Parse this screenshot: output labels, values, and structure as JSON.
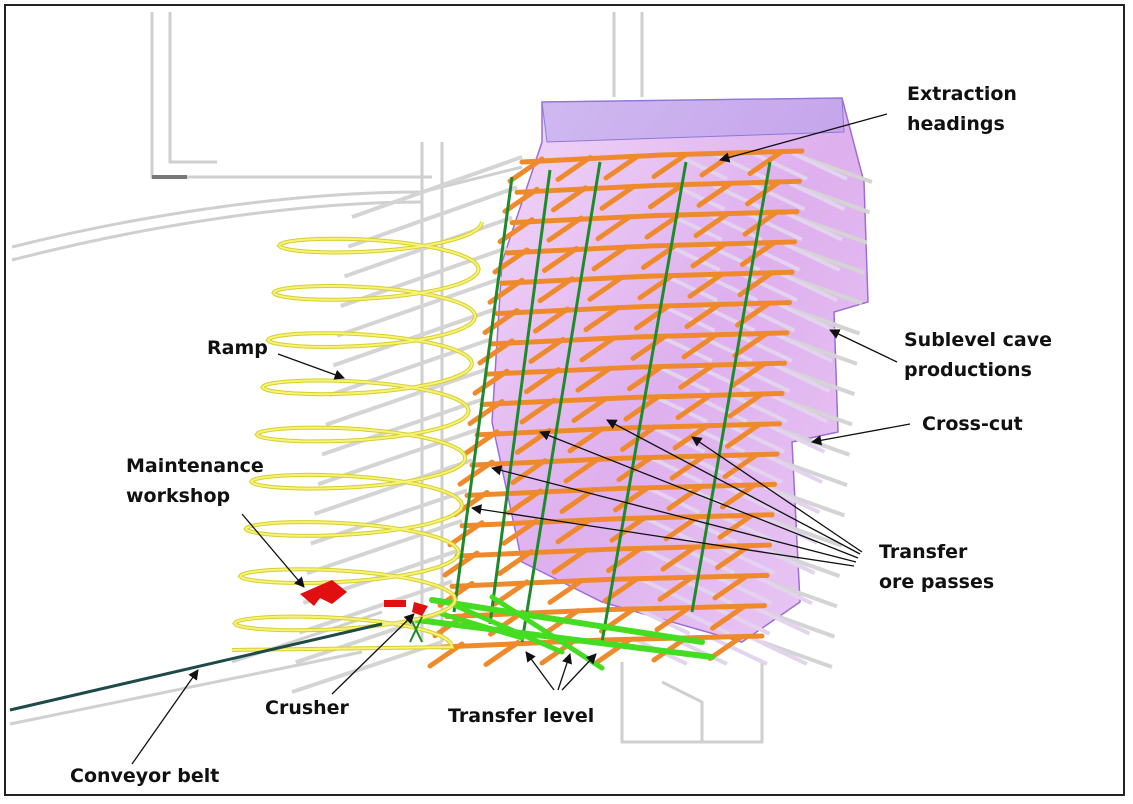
{
  "labels": {
    "extraction": [
      "Extraction",
      "headings"
    ],
    "sublevel": [
      "Sublevel cave",
      "productions"
    ],
    "crosscut": "Cross-cut",
    "transfer_passes": [
      "Transfer",
      "ore passes"
    ],
    "ramp": "Ramp",
    "maintenance": [
      "Maintenance",
      "workshop"
    ],
    "crusher": "Crusher",
    "transfer_level": "Transfer level",
    "conveyor": "Conveyor belt"
  },
  "colors": {
    "orebody": "#c36ee0",
    "drift": "#ee8a2c",
    "ramp": "#f2ee52",
    "orepass": "#1f8a2a",
    "transfer": "#44dd22",
    "workshop": "#e01010",
    "ghost": "#c9c9c9",
    "conveyor": "#1e4a4a"
  }
}
